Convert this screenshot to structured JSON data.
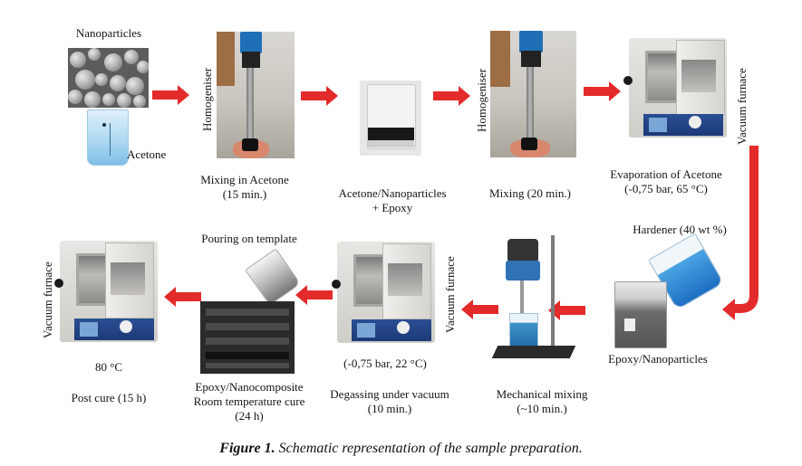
{
  "figure": {
    "caption_label": "Figure 1.",
    "caption_text": " Schematic representation of the sample preparation.",
    "arrow_color": "#e32b2b"
  },
  "steps": {
    "nanoparticles": {
      "title": "Nanoparticles",
      "beaker_label": "Acetone"
    },
    "mixing_acetone": {
      "side_label": "Homogeniser",
      "line1": "Mixing in Acetone",
      "line2": "(15 min.)"
    },
    "acetone_epoxy": {
      "line1": "Acetone/Nanoparticles",
      "line2": "+ Epoxy"
    },
    "mixing_20": {
      "side_label": "Homogeniser",
      "line1": "Mixing (20 min.)"
    },
    "evaporation": {
      "side_label": "Vacuum furnace",
      "line1": "Evaporation of Acetone",
      "line2": "(-0,75 bar, 65 °C)"
    },
    "hardener": {
      "title": "Hardener (40 wt %)",
      "beaker_label": "Epoxy/Nanoparticles"
    },
    "mechanical": {
      "line1": "Mechanical mixing",
      "line2": "(~10 min.)"
    },
    "degassing": {
      "side_label": "Vacuum furnace",
      "condition": "(-0,75 bar, 22 °C)",
      "line1": "Degassing under vacuum",
      "line2": "(10 min.)"
    },
    "pouring": {
      "title": "Pouring on template",
      "line1": "Epoxy/Nanocomposite",
      "line2": "Room temperature cure",
      "line3": "(24 h)"
    },
    "post_cure": {
      "side_label": "Vacuum furnace",
      "condition": "80 °C",
      "line1": "Post cure (15 h)"
    }
  }
}
